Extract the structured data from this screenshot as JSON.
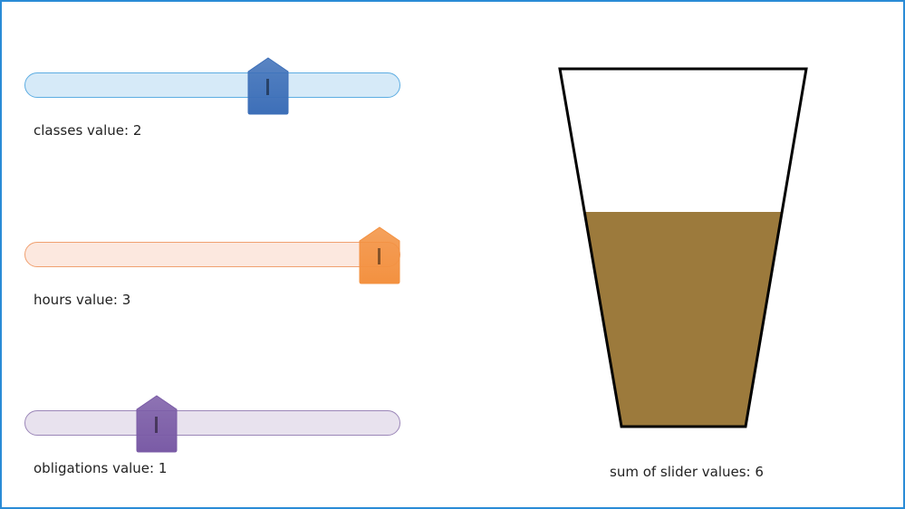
{
  "slider_range": {
    "min": 0,
    "max": 3
  },
  "sliders": [
    {
      "id": "classes",
      "label": "classes value: 2",
      "value": 2,
      "track_color": "#d6eaf8",
      "track_border": "#5dade2",
      "thumb_color": "#3d6fb8"
    },
    {
      "id": "hours",
      "label": "hours value: 3",
      "value": 3,
      "track_color": "#fce8df",
      "track_border": "#f0a070",
      "thumb_color": "#f39140"
    },
    {
      "id": "obligations",
      "label": "obligations value: 1",
      "value": 1,
      "track_color": "#e8e2ee",
      "track_border": "#9b86b8",
      "thumb_color": "#7a5ba6"
    }
  ],
  "glass": {
    "fill_fraction": 0.6,
    "fill_color": "#9c7a3c"
  },
  "sum_label": "sum of slider values: 6"
}
